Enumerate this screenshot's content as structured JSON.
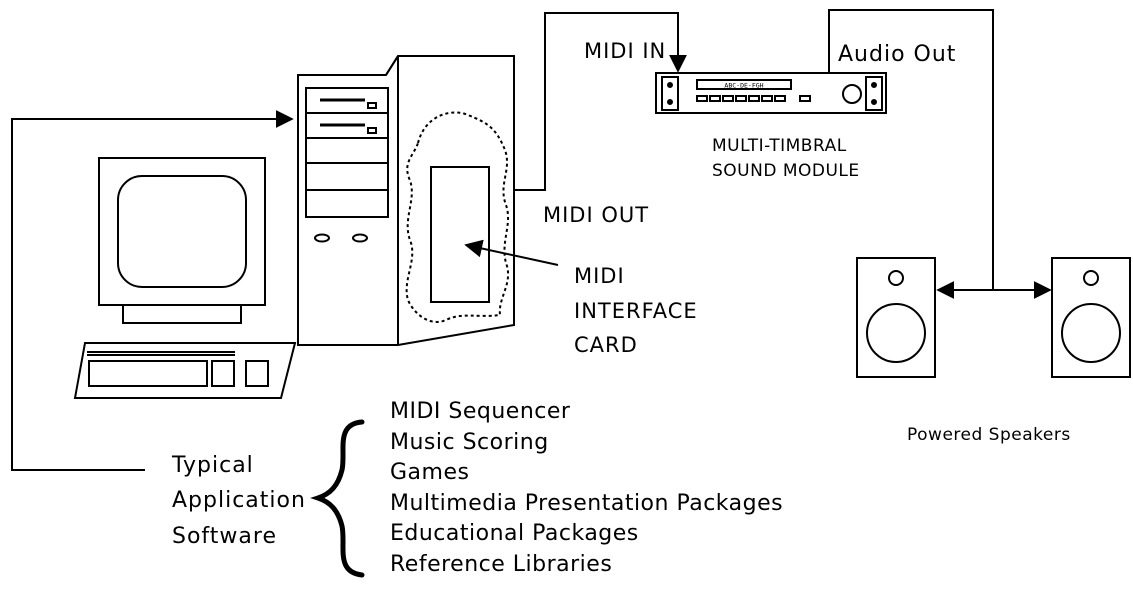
{
  "labels": {
    "midi_in": "MIDI IN",
    "audio_out": "Audio Out",
    "sound_module": [
      "MULTI-TIMBRAL",
      "SOUND MODULE"
    ],
    "module_display": "ABC·DE·FGH",
    "midi_out": "MIDI OUT",
    "interface_card": [
      "MIDI",
      "INTERFACE",
      "CARD"
    ],
    "powered_speakers": "Powered Speakers",
    "software_label": [
      "Typical",
      "Application",
      "Software"
    ]
  },
  "application_software": [
    "MIDI Sequencer",
    "Music Scoring",
    "Games",
    "Multimedia Presentation Packages",
    "Educational Packages",
    "Reference Libraries"
  ]
}
